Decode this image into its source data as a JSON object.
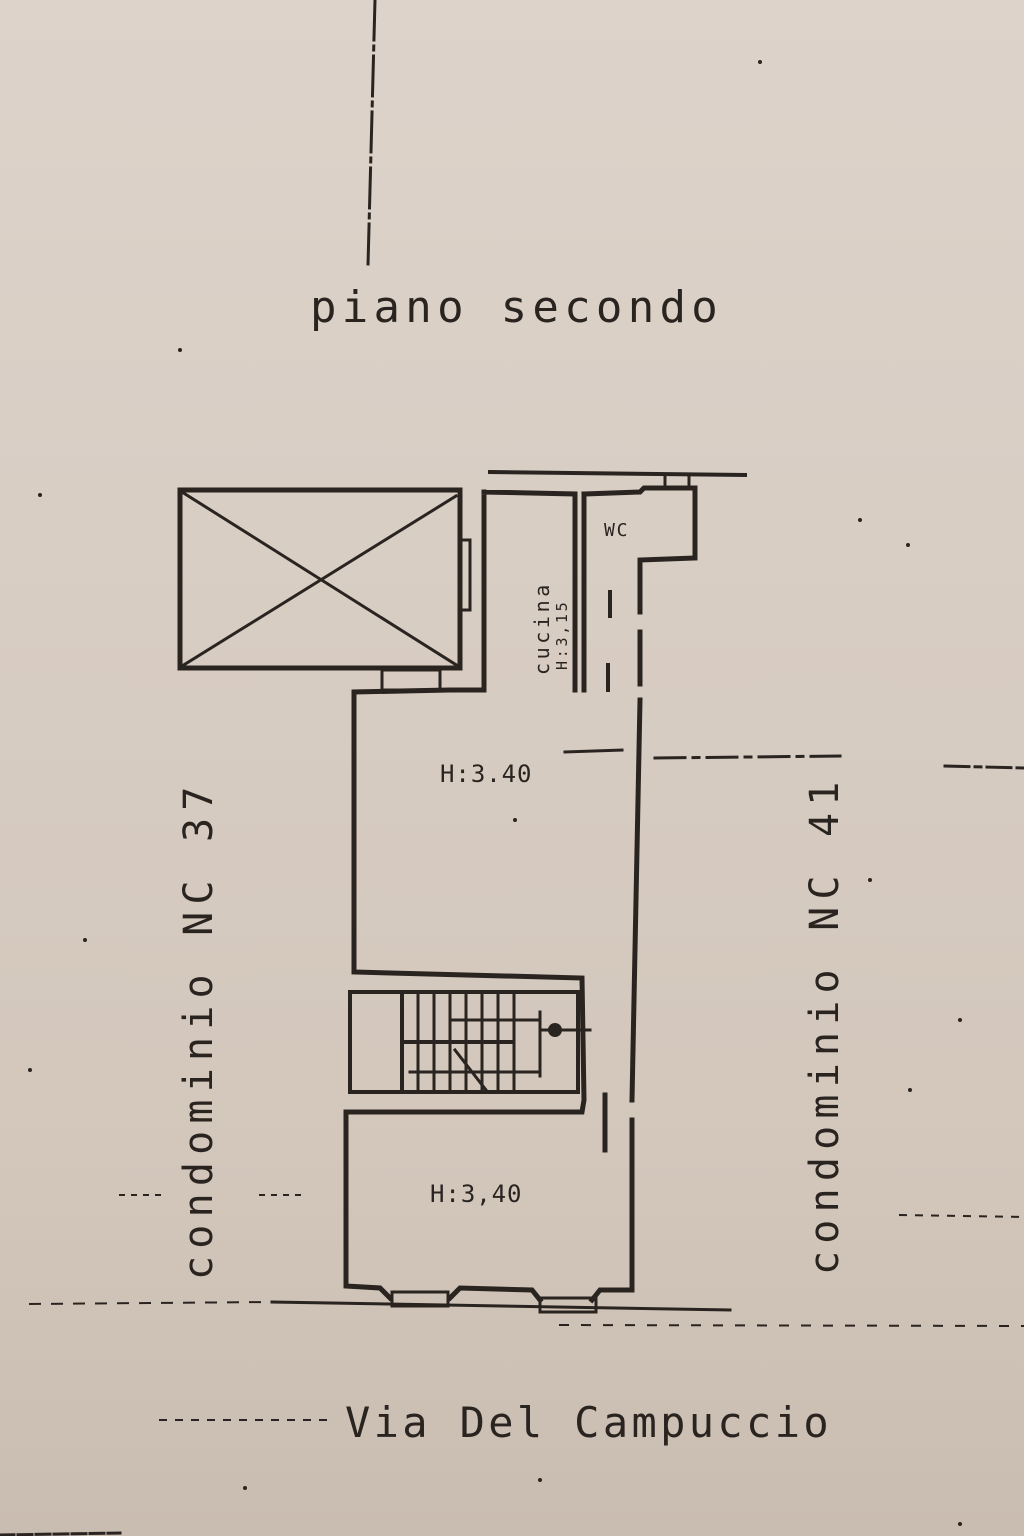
{
  "document": {
    "type": "floor plan",
    "title": "piano secondo",
    "street": "Via Del Campuccio",
    "neighbors": {
      "left": "condominio NC 37",
      "right": "condominio NC 41"
    },
    "rooms": [
      {
        "name": "cucina",
        "height_label": "H:3,15"
      },
      {
        "name": "wc",
        "label": "WC"
      },
      {
        "name": "main-room",
        "height_label": "H:3.40"
      },
      {
        "name": "front-room",
        "height_label": "H:3,40"
      },
      {
        "name": "stairwell",
        "label": ""
      },
      {
        "name": "courtyard-void",
        "label": ""
      }
    ]
  },
  "colors": {
    "paper": "#d8cdc3",
    "ink": "#2a2420"
  }
}
